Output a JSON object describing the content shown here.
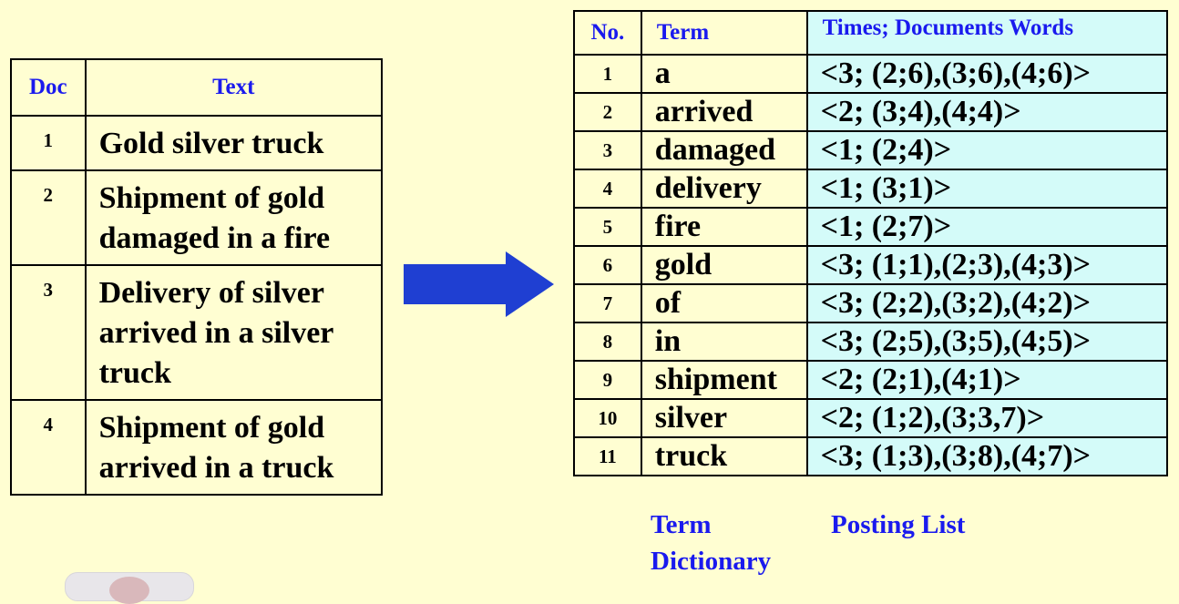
{
  "docs_table": {
    "headers": {
      "doc": "Doc",
      "text": "Text"
    },
    "rows": [
      {
        "doc": "1",
        "text": "Gold silver truck"
      },
      {
        "doc": "2",
        "text": "Shipment of gold damaged in a fire"
      },
      {
        "doc": "3",
        "text": "Delivery of silver arrived in a silver truck"
      },
      {
        "doc": "4",
        "text": "Shipment of gold arrived in a truck"
      }
    ]
  },
  "index_table": {
    "headers": {
      "no": "No.",
      "term": "Term",
      "postings": "Times; Documents Words"
    },
    "rows": [
      {
        "no": "1",
        "term": "a",
        "postings": "<3; (2;6),(3;6),(4;6)>"
      },
      {
        "no": "2",
        "term": "arrived",
        "postings": "<2; (3;4),(4;4)>"
      },
      {
        "no": "3",
        "term": "damaged",
        "postings": "<1; (2;4)>"
      },
      {
        "no": "4",
        "term": "delivery",
        "postings": "<1; (3;1)>"
      },
      {
        "no": "5",
        "term": "fire",
        "postings": "<1; (2;7)>"
      },
      {
        "no": "6",
        "term": "gold",
        "postings": "<3; (1;1),(2;3),(4;3)>"
      },
      {
        "no": "7",
        "term": "of",
        "postings": "<3; (2;2),(3;2),(4;2)>"
      },
      {
        "no": "8",
        "term": "in",
        "postings": "<3; (2;5),(3;5),(4;5)>"
      },
      {
        "no": "9",
        "term": "shipment",
        "postings": "<2; (2;1),(4;1)>"
      },
      {
        "no": "10",
        "term": "silver",
        "postings": "<2; (1;2),(3;3,7)>"
      },
      {
        "no": "11",
        "term": "truck",
        "postings": "<3; (1;3),(3;8),(4;7)>"
      }
    ]
  },
  "captions": {
    "term_dictionary": "Term Dictionary",
    "posting_list": "Posting List"
  },
  "colors": {
    "background": "#fffed2",
    "header_text": "#1a1aee",
    "posting_column": "#d4fbf9",
    "arrow": "#1f3fd2"
  },
  "icons": {
    "arrow": "right-arrow-icon"
  }
}
